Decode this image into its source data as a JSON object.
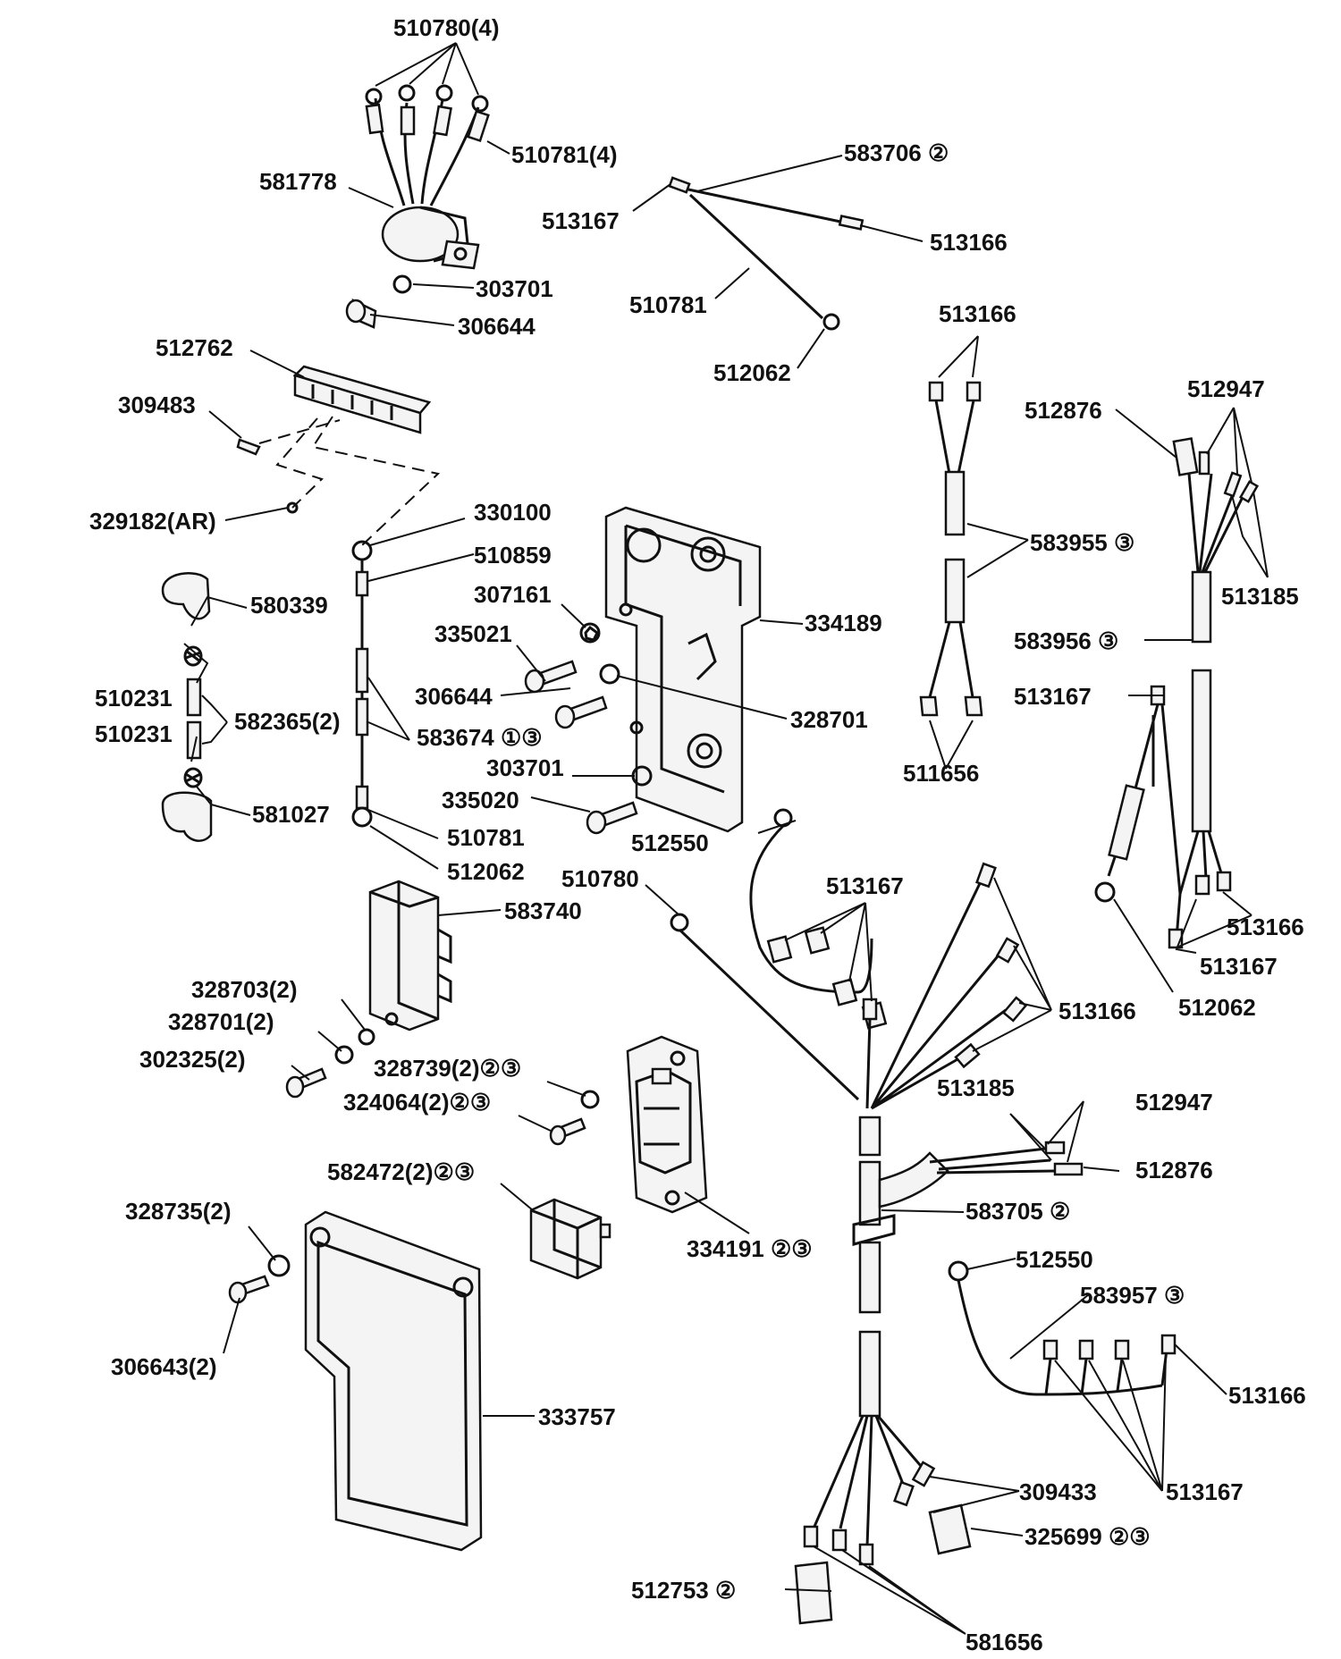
{
  "labels": [
    {
      "id": "l1",
      "text": "510780(4)"
    },
    {
      "id": "l2",
      "text": "510781(4)"
    },
    {
      "id": "l3",
      "text": "581778"
    },
    {
      "id": "l4",
      "text": "303701"
    },
    {
      "id": "l5",
      "text": "306644"
    },
    {
      "id": "l6",
      "text": "583706 ②"
    },
    {
      "id": "l7",
      "text": "513167"
    },
    {
      "id": "l8",
      "text": "513166"
    },
    {
      "id": "l9",
      "text": "510781"
    },
    {
      "id": "l10",
      "text": "512062"
    },
    {
      "id": "l11",
      "text": "512762"
    },
    {
      "id": "l12",
      "text": "309483"
    },
    {
      "id": "l13",
      "text": "329182(AR)"
    },
    {
      "id": "l14",
      "text": "330100"
    },
    {
      "id": "l15",
      "text": "510859"
    },
    {
      "id": "l16",
      "text": "580339"
    },
    {
      "id": "l17",
      "text": "510231"
    },
    {
      "id": "l18",
      "text": "582365(2)"
    },
    {
      "id": "l19",
      "text": "510231"
    },
    {
      "id": "l20",
      "text": "583674 ①③"
    },
    {
      "id": "l21",
      "text": "581027"
    },
    {
      "id": "l22",
      "text": "510781"
    },
    {
      "id": "l23",
      "text": "512062"
    },
    {
      "id": "l24",
      "text": "307161"
    },
    {
      "id": "l25",
      "text": "335021"
    },
    {
      "id": "l26",
      "text": "306644"
    },
    {
      "id": "l27",
      "text": "303701"
    },
    {
      "id": "l28",
      "text": "335020"
    },
    {
      "id": "l29",
      "text": "334189"
    },
    {
      "id": "l30",
      "text": "328701"
    },
    {
      "id": "l31",
      "text": "513166"
    },
    {
      "id": "l32",
      "text": "583955 ③"
    },
    {
      "id": "l33",
      "text": "511656"
    },
    {
      "id": "l34",
      "text": "512876"
    },
    {
      "id": "l35",
      "text": "512947"
    },
    {
      "id": "l36",
      "text": "513185"
    },
    {
      "id": "l37",
      "text": "583956 ③"
    },
    {
      "id": "l38",
      "text": "513167"
    },
    {
      "id": "l39",
      "text": "513166"
    },
    {
      "id": "l40",
      "text": "513167"
    },
    {
      "id": "l41",
      "text": "512062"
    },
    {
      "id": "l42",
      "text": "512550"
    },
    {
      "id": "l43",
      "text": "510780"
    },
    {
      "id": "l44",
      "text": "513167"
    },
    {
      "id": "l45",
      "text": "513166"
    },
    {
      "id": "l46",
      "text": "583740"
    },
    {
      "id": "l47",
      "text": "328703(2)"
    },
    {
      "id": "l48",
      "text": "328701(2)"
    },
    {
      "id": "l49",
      "text": "302325(2)"
    },
    {
      "id": "l50",
      "text": "328739(2)②③"
    },
    {
      "id": "l51",
      "text": "324064(2)②③"
    },
    {
      "id": "l52",
      "text": "582472(2)②③"
    },
    {
      "id": "l53",
      "text": "334191 ②③"
    },
    {
      "id": "l54",
      "text": "513185"
    },
    {
      "id": "l55",
      "text": "512947"
    },
    {
      "id": "l56",
      "text": "512876"
    },
    {
      "id": "l57",
      "text": "583705 ②"
    },
    {
      "id": "l58",
      "text": "328735(2)"
    },
    {
      "id": "l59",
      "text": "306643(2)"
    },
    {
      "id": "l60",
      "text": "333757"
    },
    {
      "id": "l61",
      "text": "512550"
    },
    {
      "id": "l62",
      "text": "583957 ③"
    },
    {
      "id": "l63",
      "text": "513166"
    },
    {
      "id": "l64",
      "text": "309433"
    },
    {
      "id": "l65",
      "text": "513167"
    },
    {
      "id": "l66",
      "text": "325699 ②③"
    },
    {
      "id": "l67",
      "text": "512753 ②"
    },
    {
      "id": "l68",
      "text": "581656"
    }
  ]
}
